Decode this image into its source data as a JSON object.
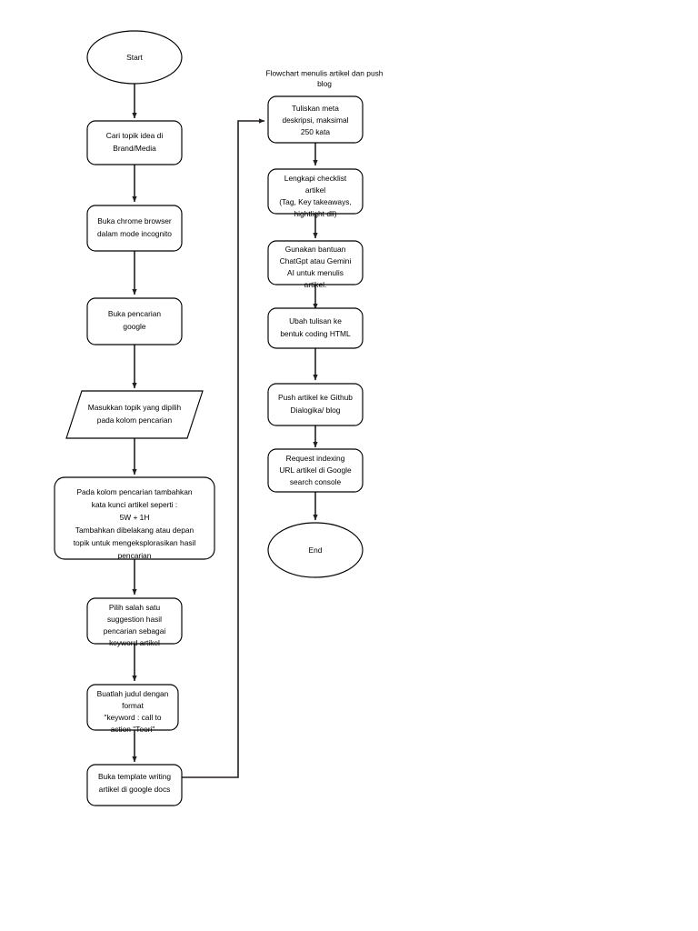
{
  "diagram": {
    "title": "Flowchart menulis artikel dan push blog",
    "title_lines": [
      "Flowchart menulis artikel dan push",
      "blog"
    ],
    "stroke_color": "#231f20",
    "shape_stroke_color": "#000000",
    "background_color": "#ffffff",
    "text_color": "#000000"
  },
  "nodes": {
    "start": {
      "label": "Start",
      "shape": "ellipse",
      "lines": [
        "Start"
      ]
    },
    "cari_topik": {
      "label": "Cari topik idea di Brand/Media",
      "shape": "rounded-rect",
      "lines": [
        "Cari topik idea di",
        "Brand/Media"
      ]
    },
    "buka_chrome": {
      "label": "Buka chrome browser dalam mode incognito",
      "shape": "rounded-rect",
      "lines": [
        "Buka chrome browser",
        "dalam mode incognito"
      ]
    },
    "buka_pencarian": {
      "label": "Buka pencarian google",
      "shape": "rounded-rect",
      "lines": [
        "Buka pencarian",
        "google"
      ]
    },
    "masukkan_topik": {
      "label": "Masukkan topik yang dipilih pada kolom pencarian",
      "shape": "parallelogram",
      "lines": [
        "Masukkan topik yang dipilih",
        "pada kolom pencarian"
      ]
    },
    "kata_kunci": {
      "label": "Pada kolom pencarian tambahkan kata kunci artikel",
      "shape": "rounded-rect",
      "lines": [
        "Pada kolom pencarian tambahkan",
        "kata kunci artikel seperti :",
        "5W + 1H",
        "Tambahkan dibelakang atau depan",
        "topik untuk mengeksplorasikan hasil",
        "pencarian"
      ]
    },
    "pilih_suggestion": {
      "label": "Pilih salah satu suggestion hasil pencarian sebagai keyword artikel",
      "shape": "rounded-rect",
      "lines": [
        "Pilih salah satu",
        "suggestion hasil",
        "pencarian sebagai",
        "keyword artikel"
      ]
    },
    "buat_judul": {
      "label": "Buatlah judul dengan format",
      "shape": "rounded-rect",
      "lines": [
        "Buatlah judul dengan",
        "format",
        "\"keyword : call to",
        "action \"Teori\""
      ]
    },
    "buka_template": {
      "label": "Buka template writing artikel di google docs",
      "shape": "rounded-rect",
      "lines": [
        "Buka template writing",
        "artikel di google docs"
      ]
    },
    "meta_deskripsi": {
      "label": "Tuliskan meta deskripsi, maksimal 250 kata",
      "shape": "rounded-rect",
      "lines": [
        "Tuliskan meta",
        "deskripsi, maksimal",
        "250 kata"
      ]
    },
    "checklist": {
      "label": "Lengkapi checklist artikel",
      "shape": "rounded-rect",
      "lines": [
        "Lengkapi checklist",
        "artikel",
        "(Tag, Key takeaways,",
        "hightlight dll)"
      ]
    },
    "gunakan_ai": {
      "label": "Gunakan bantuan ChatGpt atau Gemini AI untuk menulis artikel.",
      "shape": "rounded-rect",
      "lines": [
        "Gunakan bantuan",
        "ChatGpt atau Gemini",
        "AI untuk menulis",
        "artikel."
      ]
    },
    "ubah_html": {
      "label": "Ubah tulisan ke bentuk coding HTML",
      "shape": "rounded-rect",
      "lines": [
        "Ubah tulisan ke",
        "bentuk coding HTML"
      ]
    },
    "push_github": {
      "label": "Push artikel ke Github Dialogika/ blog",
      "shape": "rounded-rect",
      "lines": [
        "Push artikel ke Github",
        "Dialogika/ blog"
      ]
    },
    "request_indexing": {
      "label": "Request indexing URL artikel di Google search console",
      "shape": "rounded-rect",
      "lines": [
        "Request indexing",
        "URL artikel di Google",
        "search console"
      ]
    },
    "end": {
      "label": "End",
      "shape": "ellipse",
      "lines": [
        "End"
      ]
    }
  },
  "flow_order": [
    "start",
    "cari_topik",
    "buka_chrome",
    "buka_pencarian",
    "masukkan_topik",
    "kata_kunci",
    "pilih_suggestion",
    "buat_judul",
    "buka_template",
    "meta_deskripsi",
    "checklist",
    "gunakan_ai",
    "ubah_html",
    "push_github",
    "request_indexing",
    "end"
  ]
}
